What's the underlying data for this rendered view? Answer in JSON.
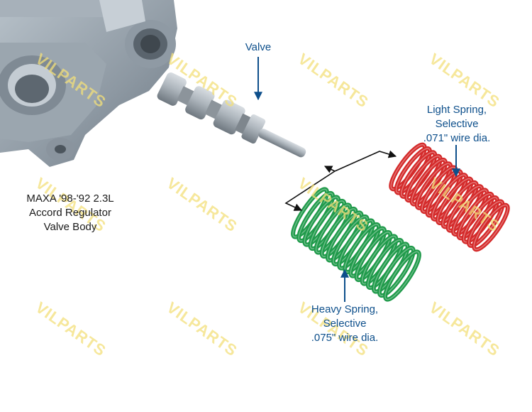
{
  "watermark_text": "VILPARTS",
  "labels": {
    "valve_body": [
      "MAXA '98-'92 2.3L",
      "Accord Regulator",
      "Valve Body"
    ],
    "valve": "Valve",
    "light_spring": [
      "Light Spring,",
      "Selective",
      ".071\" wire dia."
    ],
    "heavy_spring": [
      "Heavy Spring,",
      "Selective",
      ".075\" wire dia."
    ]
  },
  "colors": {
    "callout_blue": "#0d4f8b",
    "light_spring": "#d42a2a",
    "heavy_spring": "#1f9a4a",
    "watermark": "#f3e07a",
    "metal": "#9aa3ab"
  }
}
